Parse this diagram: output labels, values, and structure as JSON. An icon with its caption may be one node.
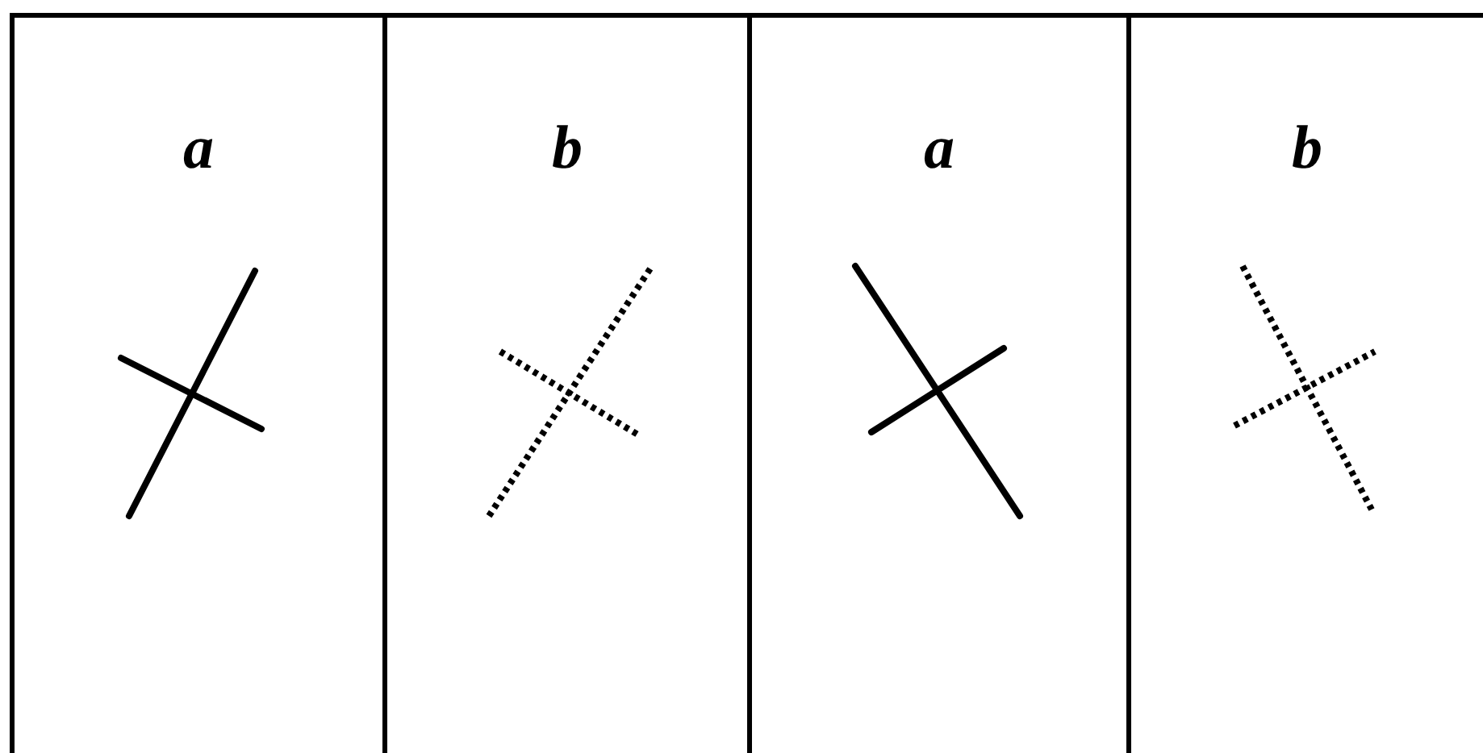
{
  "diagram": {
    "nodes": [
      {
        "text": [
          "a"
        ]
      },
      {
        "text": [
          "b"
        ]
      },
      {
        "text": [
          "a"
        ]
      },
      {
        "text": [
          "b"
        ]
      }
    ]
  }
}
